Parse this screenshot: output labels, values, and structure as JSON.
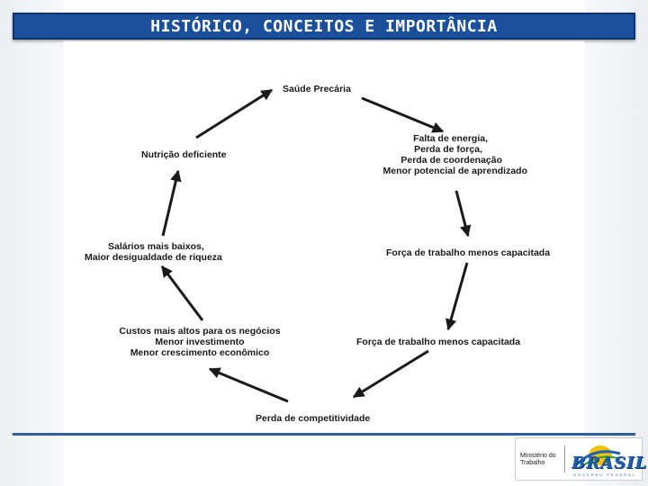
{
  "title": "HISTÓRICO, CONCEITOS E IMPORTÂNCIA",
  "nodes": {
    "saude": [
      "Saúde Precária"
    ],
    "falta": [
      "Falta de energia,",
      "Perda de força,",
      "Perda de coordenação",
      "Menor potencial de aprendizado"
    ],
    "forca1": [
      "Força de trabalho menos capacitada"
    ],
    "forca2": [
      "Força de trabalho menos capacitada"
    ],
    "perda": [
      "Perda de competitividade"
    ],
    "custos": [
      "Custos mais altos para os negócios",
      "Menor investimento",
      "Menor crescimento econômico"
    ],
    "salarios": [
      "Salários mais baixos,",
      "Maior desigualdade de riqueza"
    ],
    "nutricao": [
      "Nutrição deficiente"
    ]
  },
  "footer_logo": {
    "ministerio_lines": [
      "Ministério do",
      "Trabalho"
    ],
    "brasil": "BRASIL",
    "brasil_sub": "GOVERNO FEDERAL"
  },
  "colors": {
    "title_bar": "#1a4f9c",
    "arrow": "#1a1a1a",
    "divider": "#2f5e9f"
  },
  "icons": [
    "arrow-icon",
    "brasil-logo-icon"
  ]
}
